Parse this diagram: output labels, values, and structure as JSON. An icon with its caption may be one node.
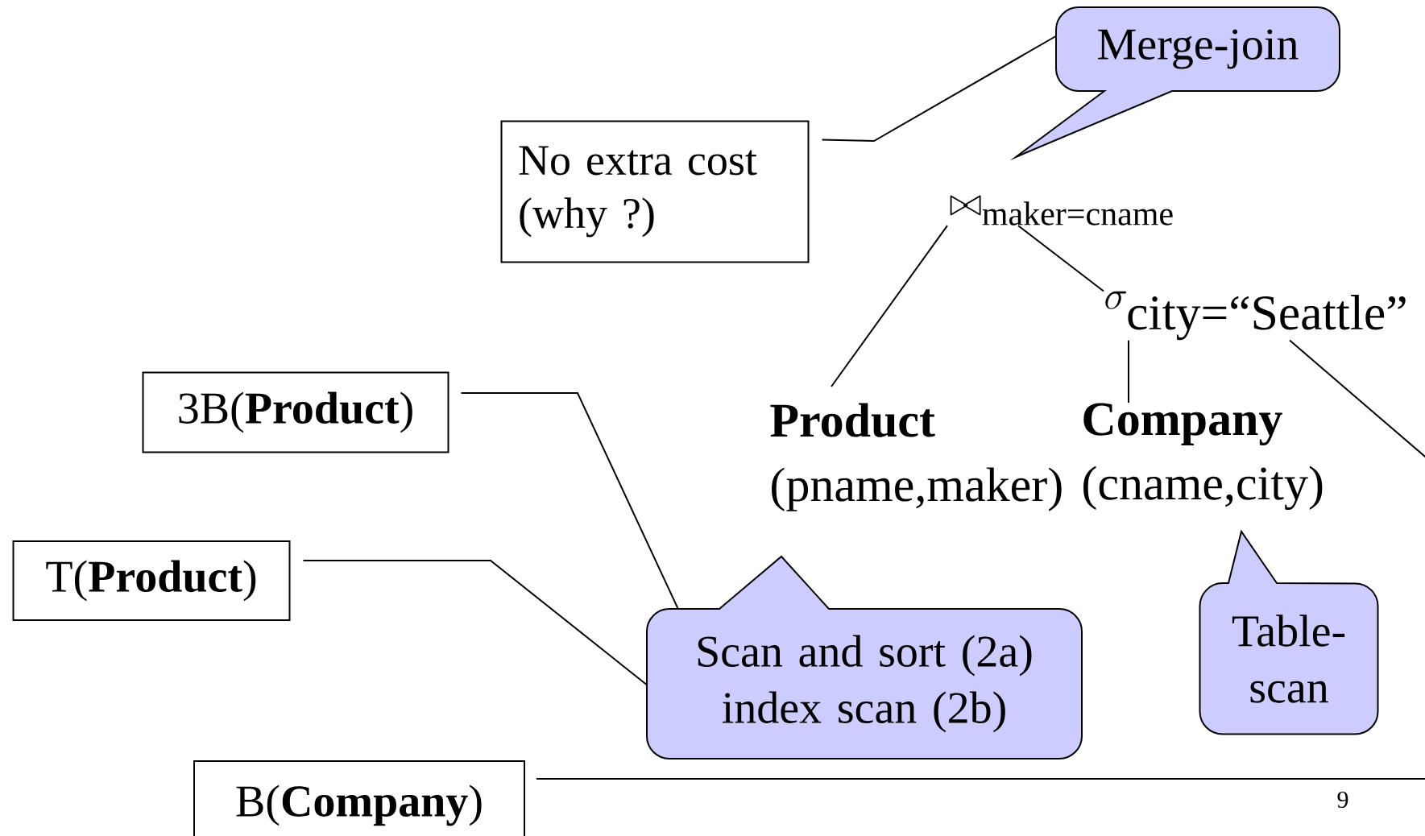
{
  "diagram": {
    "nodes": [
      {
        "text": [
          "No extra cost (why ?)"
        ]
      },
      {
        "text": [
          "Merge-join"
        ]
      },
      {
        "text": [
          "\\bowtie_{\\text{maker=cname}}"
        ]
      },
      {
        "text": [
          "\\sigma_{\\text{city=“Seattle”}}"
        ]
      },
      {
        "text": [
          "Product",
          "(pname,maker)"
        ]
      },
      {
        "text": [
          "Company",
          "(cname,city)"
        ]
      },
      {
        "text": [
          "3B(**Product**)"
        ]
      },
      {
        "text": [
          "T(**Product**)"
        ]
      },
      {
        "text": [
          "Scan and sort (2a)",
          "index scan (2b)"
        ]
      },
      {
        "text": [
          "Table-scan"
        ]
      },
      {
        "text": [
          "B(**Company**)"
        ]
      }
    ],
    "edges": [
      {
        "from": 0,
        "to": 1,
        "arrow": "none"
      },
      {
        "from": 2,
        "to": 4,
        "arrow": "none"
      },
      {
        "from": 2,
        "to": 3,
        "arrow": "none"
      },
      {
        "from": 3,
        "to": 5,
        "arrow": "none"
      },
      {
        "from": 3,
        "to": null,
        "arrow": "none"
      },
      {
        "from": 6,
        "to": 8,
        "arrow": "none"
      },
      {
        "from": 7,
        "to": 8,
        "arrow": "none"
      }
    ],
    "labels": [
      "9"
    ]
  }
}
